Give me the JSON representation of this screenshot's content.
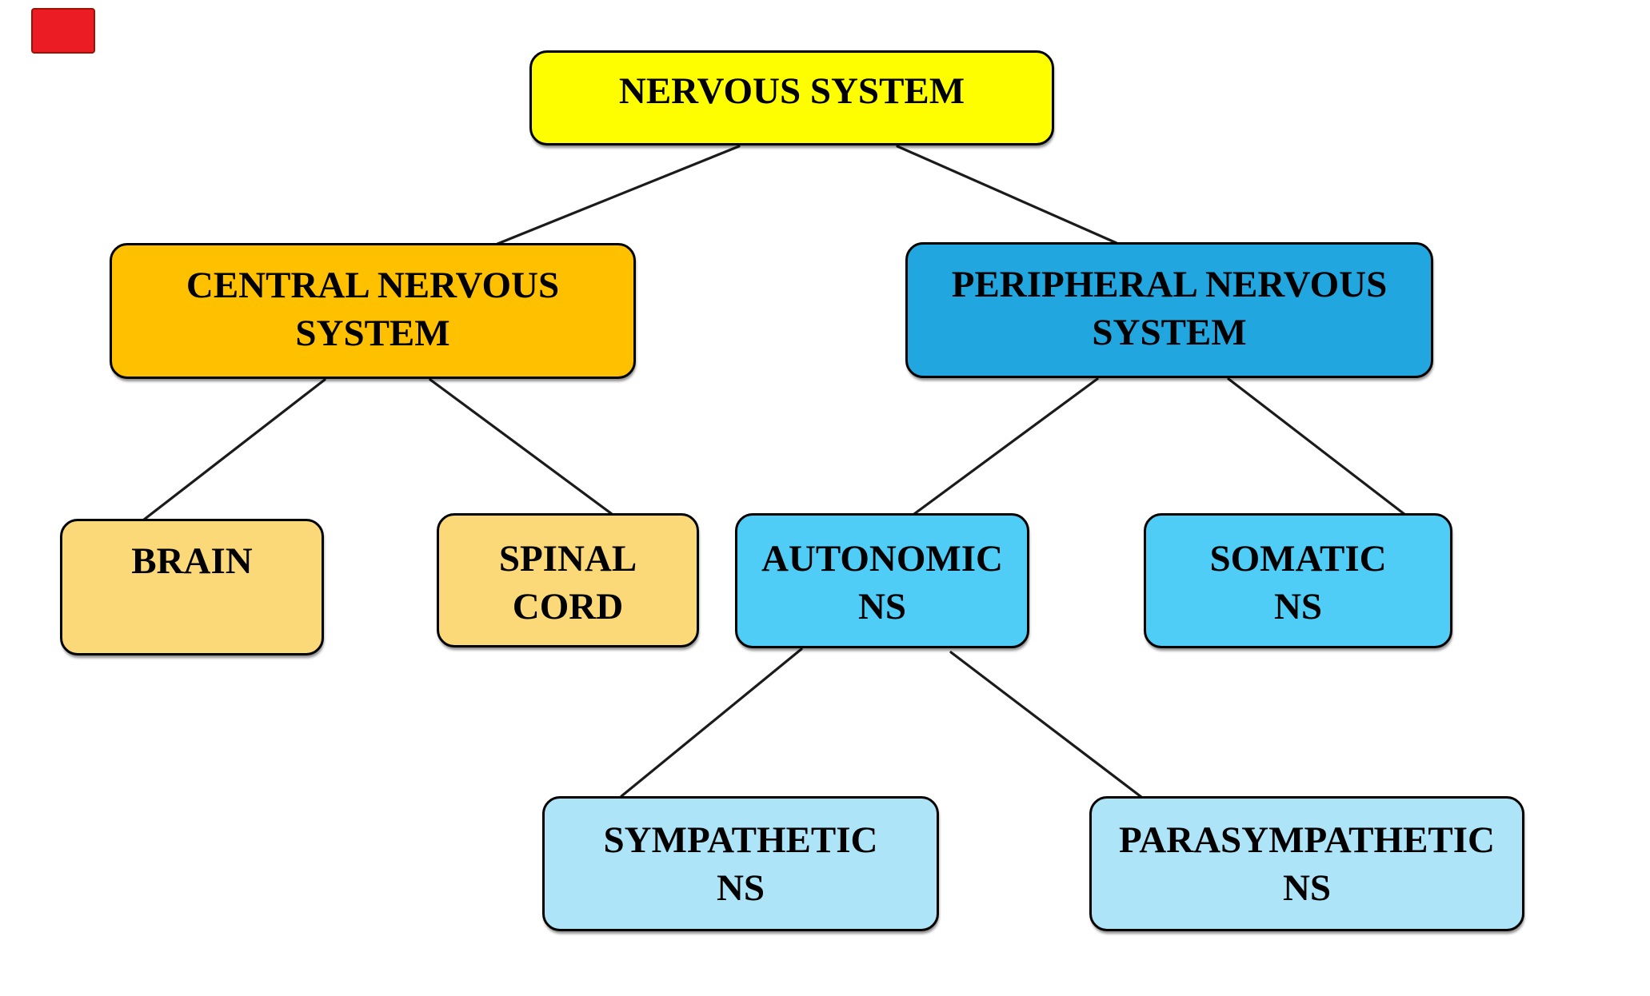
{
  "marker": {
    "color": "#EC1C24",
    "border_color": "#9C1006"
  },
  "diagram": {
    "background": "#FFFFFF",
    "border_color": "#000000",
    "line_color": "#1B1B1B",
    "nodes": {
      "nervous": {
        "lines": [
          "NERVOUS SYSTEM"
        ],
        "fill": "#FFFE00"
      },
      "central": {
        "lines": [
          "CENTRAL NERVOUS",
          "SYSTEM"
        ],
        "fill": "#FFC000"
      },
      "peripheral": {
        "lines": [
          "PERIPHERAL NERVOUS",
          "SYSTEM"
        ],
        "fill": "#21A6DF"
      },
      "brain": {
        "lines": [
          "BRAIN"
        ],
        "fill": "#FBD878"
      },
      "spinal": {
        "lines": [
          "SPINAL",
          "CORD"
        ],
        "fill": "#FBD878"
      },
      "autonomic": {
        "lines": [
          "AUTONOMIC",
          "NS"
        ],
        "fill": "#50CDF7"
      },
      "somatic": {
        "lines": [
          "SOMATIC",
          "NS"
        ],
        "fill": "#50CDF7"
      },
      "sympathetic": {
        "lines": [
          "SYMPATHETIC",
          "NS"
        ],
        "fill": "#AEE4F8"
      },
      "parasympathetic": {
        "lines": [
          "PARASYMPATHETIC",
          "NS"
        ],
        "fill": "#AEE4F8"
      }
    },
    "edges": [
      {
        "from": "nervous",
        "to": "central"
      },
      {
        "from": "nervous",
        "to": "peripheral"
      },
      {
        "from": "central",
        "to": "brain"
      },
      {
        "from": "central",
        "to": "spinal"
      },
      {
        "from": "peripheral",
        "to": "autonomic"
      },
      {
        "from": "peripheral",
        "to": "somatic"
      },
      {
        "from": "autonomic",
        "to": "sympathetic"
      },
      {
        "from": "autonomic",
        "to": "parasympathetic"
      }
    ]
  }
}
